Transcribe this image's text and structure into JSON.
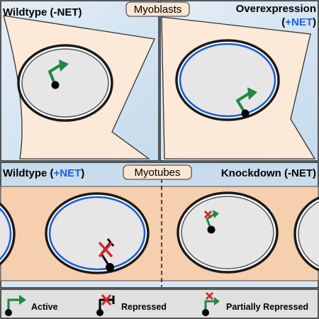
{
  "top_section": {
    "title": "Myoblasts",
    "left_panel": {
      "label": "Wildtype (-NET)",
      "gene_state": "active"
    },
    "right_panel": {
      "label_line1": "Overexpression",
      "label_line2_open": "(",
      "label_line2_accent": "+NET",
      "label_line2_close": ")",
      "gene_state": "active"
    }
  },
  "middle_section": {
    "title": "Myotubes",
    "left_label_prefix": "Wildtype (",
    "left_label_accent": "+NET",
    "left_label_suffix": ")",
    "left_gene_state": "repressed",
    "right_label": "Knockdown (-NET)",
    "right_gene_state": "partially repressed"
  },
  "legend": {
    "items": [
      {
        "label": "Active",
        "icon": "active-gene-arrow-icon"
      },
      {
        "label": "Repressed",
        "icon": "repressed-gene-icon"
      },
      {
        "label": "Partially Repressed",
        "icon": "partially-repressed-gene-icon"
      }
    ]
  },
  "colors": {
    "panel_bg": "#cfe1ef",
    "cell_fill": "#fde9d8",
    "nucleus_fill": "#e6e6e6",
    "net_envelope": "#1c5fd6",
    "accent_text": "#1c5fd6",
    "active_arrow": "#1e8a43",
    "repressed_mark": "#d7262d",
    "legend_bg": "#e0e0e0"
  }
}
